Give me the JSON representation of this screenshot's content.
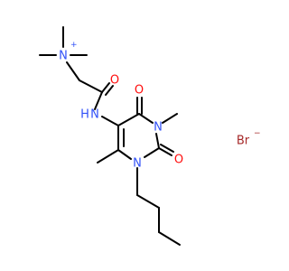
{
  "molecule": {
    "colors": {
      "carbon_bond": "#000000",
      "nitrogen": "#3050f8",
      "oxygen": "#ff0d0d",
      "bromine": "#a62929",
      "background": "#ffffff"
    },
    "atoms": {
      "ammonium_n": "N",
      "ammonium_charge": "+",
      "carbonyl_o_amide": "O",
      "amide_n": "N",
      "amide_h": "H",
      "ring_o_top": "O",
      "ring_n_top": "N",
      "ring_n_bottom": "N",
      "ring_o_right": "O"
    },
    "counterion": {
      "symbol": "Br",
      "charge": "−"
    }
  }
}
